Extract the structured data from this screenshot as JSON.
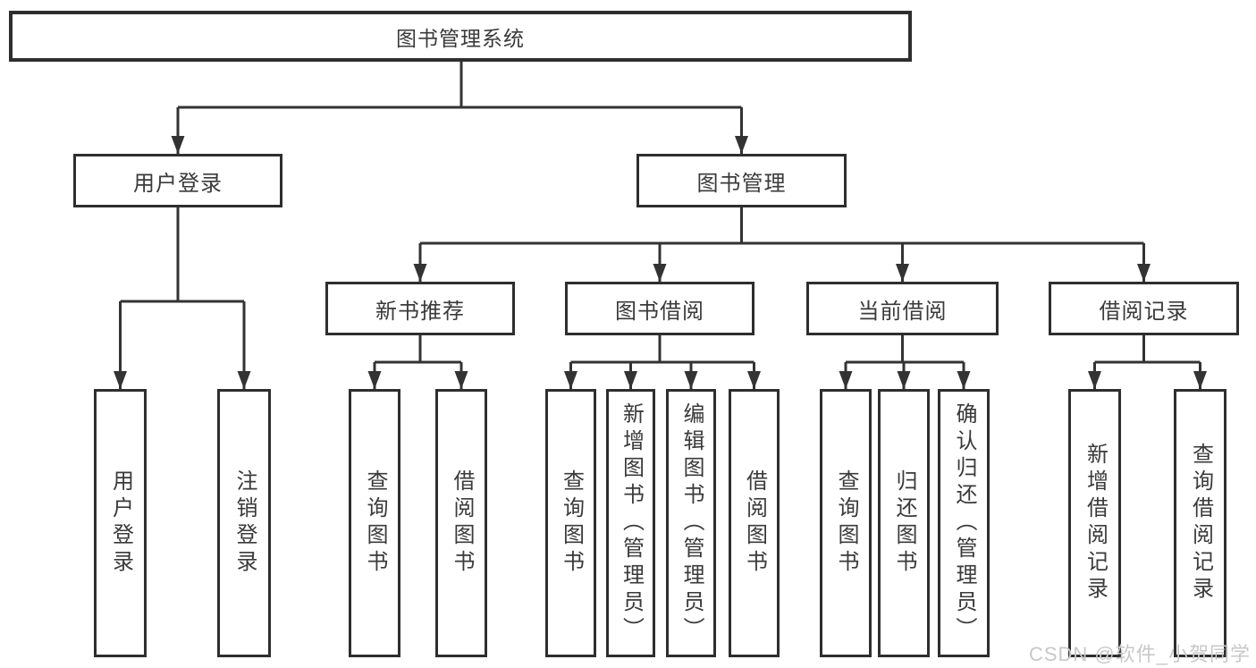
{
  "diagram": {
    "root": {
      "label": "图书管理系统"
    },
    "user_login": {
      "label": "用户登录",
      "children": [
        {
          "label": "用户登录"
        },
        {
          "label": "注销登录"
        }
      ]
    },
    "book_mgmt": {
      "label": "图书管理",
      "sections": [
        {
          "label": "新书推荐",
          "children": [
            {
              "label": "查询图书"
            },
            {
              "label": "借阅图书"
            }
          ]
        },
        {
          "label": "图书借阅",
          "children": [
            {
              "label": "查询图书"
            },
            {
              "label": "新增图书（管理员）"
            },
            {
              "label": "编辑图书（管理员）"
            },
            {
              "label": "借阅图书"
            }
          ]
        },
        {
          "label": "当前借阅",
          "children": [
            {
              "label": "查询图书"
            },
            {
              "label": "归还图书"
            },
            {
              "label": "确认归还（管理员）"
            }
          ]
        },
        {
          "label": "借阅记录",
          "children": [
            {
              "label": "新增借阅记录"
            },
            {
              "label": "查询借阅记录"
            }
          ]
        }
      ]
    }
  },
  "watermark": {
    "text": "CSDN @软件_小贺同学"
  },
  "colors": {
    "line": "#333333",
    "box_border": "#2e2e2e",
    "text": "#3a3a3a",
    "watermark": "#c8c8c8",
    "background": "#ffffff"
  }
}
